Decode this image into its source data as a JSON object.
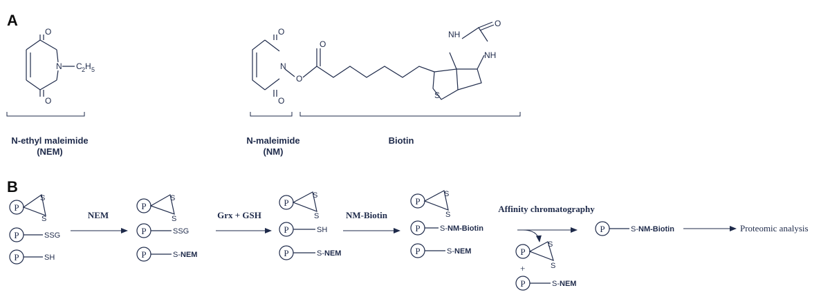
{
  "panel_a": {
    "label": "A",
    "nem_caption_line1": "N-ethyl maleimide",
    "nem_caption_line2": "(NEM)",
    "nm_caption_line1": "N-maleimide",
    "nm_caption_line2": "(NM)",
    "biotin_caption": "Biotin",
    "atoms": {
      "O": "O",
      "N": "N",
      "S": "S",
      "NH": "NH",
      "ethyl_C": "C",
      "ethyl_2": "2",
      "ethyl_H": "H",
      "ethyl_5": "5"
    }
  },
  "panel_b": {
    "label": "B",
    "protein": "P",
    "S": "S",
    "ssg": "SSG",
    "sh": "SH",
    "s_prefix": "S-",
    "nem": "NEM",
    "nm_biotin": "NM-Biotin",
    "plus": "+",
    "steps": {
      "nem": "NEM",
      "grx_gsh": "Grx + GSH",
      "nm_biotin": "NM-Biotin",
      "affinity": "Affinity chromatography"
    },
    "final": "Proteomic analysis"
  }
}
